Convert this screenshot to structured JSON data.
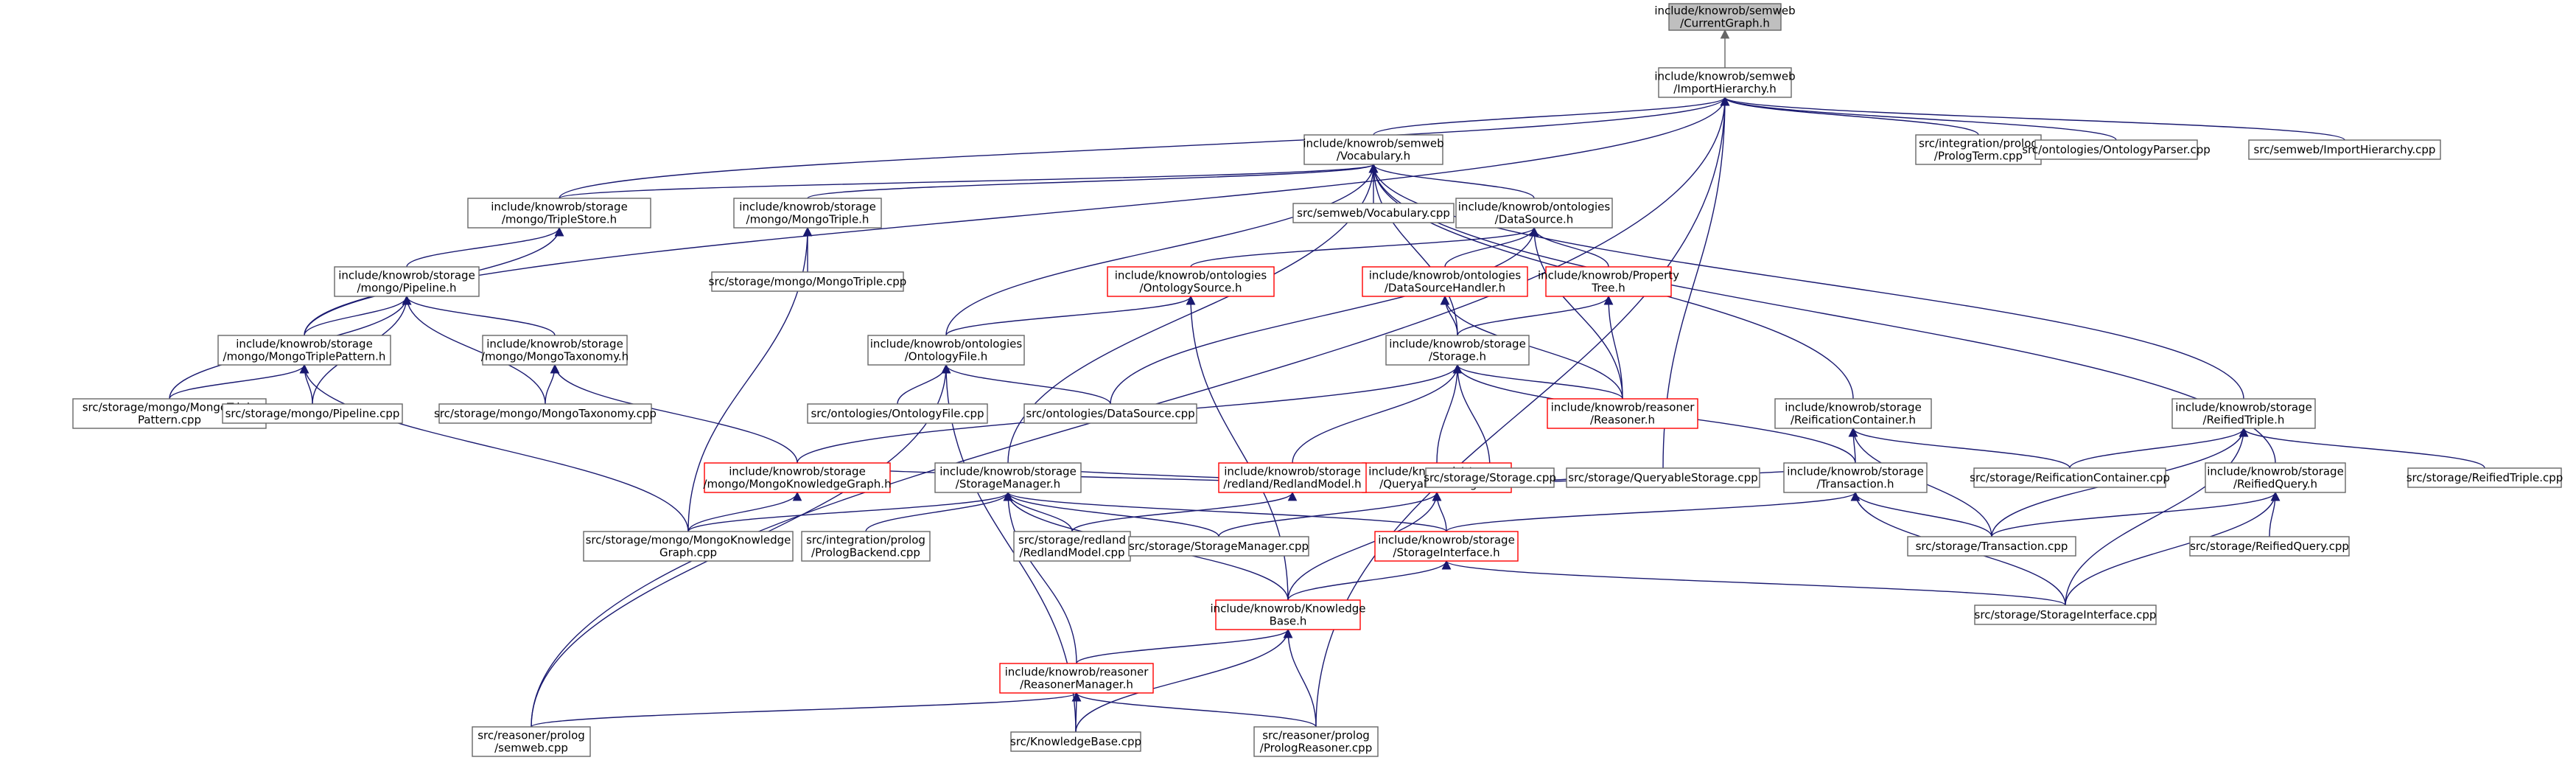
{
  "colors": {
    "edge": "#191970",
    "root_edge": "#666666",
    "root_fill": "#bfbfbf",
    "red_border": "#ff0000",
    "default_border": "#666666"
  },
  "nodes": [
    {
      "id": "cg",
      "lines": [
        "include/knowrob/semweb",
        "/CurrentGraph.h"
      ],
      "style": "root"
    },
    {
      "id": "ih",
      "lines": [
        "include/knowrob/semweb",
        "/ImportHierarchy.h"
      ],
      "style": "normal"
    },
    {
      "id": "voc",
      "lines": [
        "include/knowrob/semweb",
        "/Vocabulary.h"
      ],
      "style": "normal"
    },
    {
      "id": "pterm",
      "lines": [
        "src/integration/prolog",
        "/PrologTerm.cpp"
      ],
      "style": "normal"
    },
    {
      "id": "ontparser",
      "lines": [
        "src/ontologies/OntologyParser.cpp"
      ],
      "style": "normal"
    },
    {
      "id": "ihcpp",
      "lines": [
        "src/semweb/ImportHierarchy.cpp"
      ],
      "style": "normal"
    },
    {
      "id": "tstore",
      "lines": [
        "include/knowrob/storage",
        "/mongo/TripleStore.h"
      ],
      "style": "normal"
    },
    {
      "id": "mtriple",
      "lines": [
        "include/knowrob/storage",
        "/mongo/MongoTriple.h"
      ],
      "style": "normal"
    },
    {
      "id": "voccpp",
      "lines": [
        "src/semweb/Vocabulary.cpp"
      ],
      "style": "normal"
    },
    {
      "id": "dsrc",
      "lines": [
        "include/knowrob/ontologies",
        "/DataSource.h"
      ],
      "style": "normal"
    },
    {
      "id": "pipe",
      "lines": [
        "include/knowrob/storage",
        "/mongo/Pipeline.h"
      ],
      "style": "normal"
    },
    {
      "id": "mtriplecpp",
      "lines": [
        "src/storage/mongo/MongoTriple.cpp"
      ],
      "style": "normal"
    },
    {
      "id": "osrc",
      "lines": [
        "include/knowrob/ontologies",
        "/OntologySource.h"
      ],
      "style": "red"
    },
    {
      "id": "dsh",
      "lines": [
        "include/knowrob/ontologies",
        "/DataSourceHandler.h"
      ],
      "style": "red"
    },
    {
      "id": "ptree",
      "lines": [
        "include/knowrob/Property",
        "Tree.h"
      ],
      "style": "red"
    },
    {
      "id": "mtp",
      "lines": [
        "include/knowrob/storage",
        "/mongo/MongoTriplePattern.h"
      ],
      "style": "normal"
    },
    {
      "id": "mtax",
      "lines": [
        "include/knowrob/storage",
        "/mongo/MongoTaxonomy.h"
      ],
      "style": "normal"
    },
    {
      "id": "ofile",
      "lines": [
        "include/knowrob/ontologies",
        "/OntologyFile.h"
      ],
      "style": "normal"
    },
    {
      "id": "storage",
      "lines": [
        "include/knowrob/storage",
        "/Storage.h"
      ],
      "style": "normal"
    },
    {
      "id": "mtpcpp",
      "lines": [
        "src/storage/mongo/MongoTriple",
        "Pattern.cpp"
      ],
      "style": "normal"
    },
    {
      "id": "pipecpp",
      "lines": [
        "src/storage/mongo/Pipeline.cpp"
      ],
      "style": "normal"
    },
    {
      "id": "mtaxcpp",
      "lines": [
        "src/storage/mongo/MongoTaxonomy.cpp"
      ],
      "style": "normal"
    },
    {
      "id": "ofilecpp",
      "lines": [
        "src/ontologies/OntologyFile.cpp"
      ],
      "style": "normal"
    },
    {
      "id": "dsrccpp",
      "lines": [
        "src/ontologies/DataSource.cpp"
      ],
      "style": "normal"
    },
    {
      "id": "reasoner",
      "lines": [
        "include/knowrob/reasoner",
        "/Reasoner.h"
      ],
      "style": "red"
    },
    {
      "id": "reifc",
      "lines": [
        "include/knowrob/storage",
        "/ReificationContainer.h"
      ],
      "style": "normal"
    },
    {
      "id": "rtriple",
      "lines": [
        "include/knowrob/storage",
        "/ReifiedTriple.h"
      ],
      "style": "normal"
    },
    {
      "id": "qstore",
      "lines": [
        "include/knowrob/storage",
        "/QueryableStorage.h"
      ],
      "style": "red"
    },
    {
      "id": "mkg",
      "lines": [
        "include/knowrob/storage",
        "/mongo/MongoKnowledgeGraph.h"
      ],
      "style": "red"
    },
    {
      "id": "smgr",
      "lines": [
        "include/knowrob/storage",
        "/StorageManager.h"
      ],
      "style": "normal"
    },
    {
      "id": "rmodel",
      "lines": [
        "include/knowrob/storage",
        "/redland/RedlandModel.h"
      ],
      "style": "red"
    },
    {
      "id": "storagecpp",
      "lines": [
        "src/storage/Storage.cpp"
      ],
      "style": "normal"
    },
    {
      "id": "qstorecpp",
      "lines": [
        "src/storage/QueryableStorage.cpp"
      ],
      "style": "normal"
    },
    {
      "id": "trans",
      "lines": [
        "include/knowrob/storage",
        "/Transaction.h"
      ],
      "style": "normal"
    },
    {
      "id": "reifccpp",
      "lines": [
        "src/storage/ReificationContainer.cpp"
      ],
      "style": "normal"
    },
    {
      "id": "rquery",
      "lines": [
        "include/knowrob/storage",
        "/ReifiedQuery.h"
      ],
      "style": "normal"
    },
    {
      "id": "rtriplecpp",
      "lines": [
        "src/storage/ReifiedTriple.cpp"
      ],
      "style": "normal"
    },
    {
      "id": "mkgcpp",
      "lines": [
        "src/storage/mongo/MongoKnowledge",
        "Graph.cpp"
      ],
      "style": "normal"
    },
    {
      "id": "pbackend",
      "lines": [
        "src/integration/prolog",
        "/PrologBackend.cpp"
      ],
      "style": "normal"
    },
    {
      "id": "rmodelcpp",
      "lines": [
        "src/storage/redland",
        "/RedlandModel.cpp"
      ],
      "style": "normal"
    },
    {
      "id": "smgrcpp",
      "lines": [
        "src/storage/StorageManager.cpp"
      ],
      "style": "normal"
    },
    {
      "id": "siface",
      "lines": [
        "include/knowrob/storage",
        "/StorageInterface.h"
      ],
      "style": "red"
    },
    {
      "id": "transcpp",
      "lines": [
        "src/storage/Transaction.cpp"
      ],
      "style": "normal"
    },
    {
      "id": "rquerycpp",
      "lines": [
        "src/storage/ReifiedQuery.cpp"
      ],
      "style": "normal"
    },
    {
      "id": "kbase",
      "lines": [
        "include/knowrob/Knowledge",
        "Base.h"
      ],
      "style": "red"
    },
    {
      "id": "sifacecpp",
      "lines": [
        "src/storage/StorageInterface.cpp"
      ],
      "style": "normal"
    },
    {
      "id": "rmgr",
      "lines": [
        "include/knowrob/reasoner",
        "/ReasonerManager.h"
      ],
      "style": "red"
    },
    {
      "id": "semweb",
      "lines": [
        "src/reasoner/prolog",
        "/semweb.cpp"
      ],
      "style": "normal"
    },
    {
      "id": "kbasecpp",
      "lines": [
        "src/KnowledgeBase.cpp"
      ],
      "style": "normal"
    },
    {
      "id": "preasoner",
      "lines": [
        "src/reasoner/prolog",
        "/PrologReasoner.cpp"
      ],
      "style": "normal"
    }
  ],
  "edges": [
    [
      "cg",
      "ih"
    ],
    [
      "ih",
      "voc"
    ],
    [
      "ih",
      "pterm"
    ],
    [
      "ih",
      "ontparser"
    ],
    [
      "ih",
      "ihcpp"
    ],
    [
      "ih",
      "tstore"
    ],
    [
      "ih",
      "mtp"
    ],
    [
      "ih",
      "semweb"
    ],
    [
      "ih",
      "qstorecpp"
    ],
    [
      "ih",
      "preasoner"
    ],
    [
      "voc",
      "tstore"
    ],
    [
      "voc",
      "mtriple"
    ],
    [
      "voc",
      "voccpp"
    ],
    [
      "voc",
      "dsrc"
    ],
    [
      "voc",
      "ofile"
    ],
    [
      "voc",
      "storage"
    ],
    [
      "voc",
      "smgr"
    ],
    [
      "voc",
      "reifc"
    ],
    [
      "voc",
      "rtriple"
    ],
    [
      "voc",
      "rquery"
    ],
    [
      "tstore",
      "pipe"
    ],
    [
      "tstore",
      "mtp"
    ],
    [
      "mtriple",
      "mtriplecpp"
    ],
    [
      "mtriple",
      "mkgcpp"
    ],
    [
      "dsrc",
      "osrc"
    ],
    [
      "dsrc",
      "dsh"
    ],
    [
      "dsrc",
      "ptree"
    ],
    [
      "dsrc",
      "dsrccpp"
    ],
    [
      "dsrc",
      "reasoner"
    ],
    [
      "pipe",
      "mtp"
    ],
    [
      "pipe",
      "mtax"
    ],
    [
      "pipe",
      "mtpcpp"
    ],
    [
      "pipe",
      "pipecpp"
    ],
    [
      "pipe",
      "mtaxcpp"
    ],
    [
      "osrc",
      "ofile"
    ],
    [
      "osrc",
      "kbase"
    ],
    [
      "dsh",
      "storage"
    ],
    [
      "dsh",
      "reasoner"
    ],
    [
      "ptree",
      "storage"
    ],
    [
      "ptree",
      "reasoner"
    ],
    [
      "mtp",
      "mtpcpp"
    ],
    [
      "mtp",
      "pipecpp"
    ],
    [
      "mtp",
      "mkgcpp"
    ],
    [
      "mtax",
      "mtaxcpp"
    ],
    [
      "mtax",
      "mkg"
    ],
    [
      "ofile",
      "ofilecpp"
    ],
    [
      "ofile",
      "dsrccpp"
    ],
    [
      "ofile",
      "semweb"
    ],
    [
      "ofile",
      "kbasecpp"
    ],
    [
      "storage",
      "qstore"
    ],
    [
      "storage",
      "reasoner"
    ],
    [
      "storage",
      "mkg"
    ],
    [
      "storage",
      "rmodel"
    ],
    [
      "storage",
      "storagecpp"
    ],
    [
      "storage",
      "trans"
    ],
    [
      "reifc",
      "trans"
    ],
    [
      "reifc",
      "reifccpp"
    ],
    [
      "reifc",
      "transcpp"
    ],
    [
      "rtriple",
      "reifccpp"
    ],
    [
      "rtriple",
      "rtriplecpp"
    ],
    [
      "rtriple",
      "transcpp"
    ],
    [
      "rtriple",
      "sifacecpp"
    ],
    [
      "qstore",
      "mkg"
    ],
    [
      "qstore",
      "smgr"
    ],
    [
      "qstore",
      "rmodel"
    ],
    [
      "qstore",
      "storagecpp"
    ],
    [
      "qstore",
      "qstorecpp"
    ],
    [
      "qstore",
      "trans"
    ],
    [
      "qstore",
      "smgrcpp"
    ],
    [
      "qstore",
      "siface"
    ],
    [
      "qstore",
      "kbase"
    ],
    [
      "mkg",
      "mkgcpp"
    ],
    [
      "smgr",
      "mkgcpp"
    ],
    [
      "smgr",
      "pbackend"
    ],
    [
      "smgr",
      "rmodelcpp"
    ],
    [
      "smgr",
      "smgrcpp"
    ],
    [
      "smgr",
      "siface"
    ],
    [
      "smgr",
      "kbase"
    ],
    [
      "smgr",
      "rmgr"
    ],
    [
      "rmodel",
      "rmodelcpp"
    ],
    [
      "trans",
      "siface"
    ],
    [
      "trans",
      "transcpp"
    ],
    [
      "trans",
      "sifacecpp"
    ],
    [
      "rquery",
      "transcpp"
    ],
    [
      "rquery",
      "rquerycpp"
    ],
    [
      "rquery",
      "sifacecpp"
    ],
    [
      "siface",
      "kbase"
    ],
    [
      "siface",
      "sifacecpp"
    ],
    [
      "kbase",
      "rmgr"
    ],
    [
      "kbase",
      "kbasecpp"
    ],
    [
      "kbase",
      "preasoner"
    ],
    [
      "rmgr",
      "semweb"
    ],
    [
      "rmgr",
      "kbasecpp"
    ],
    [
      "rmgr",
      "preasoner"
    ]
  ]
}
